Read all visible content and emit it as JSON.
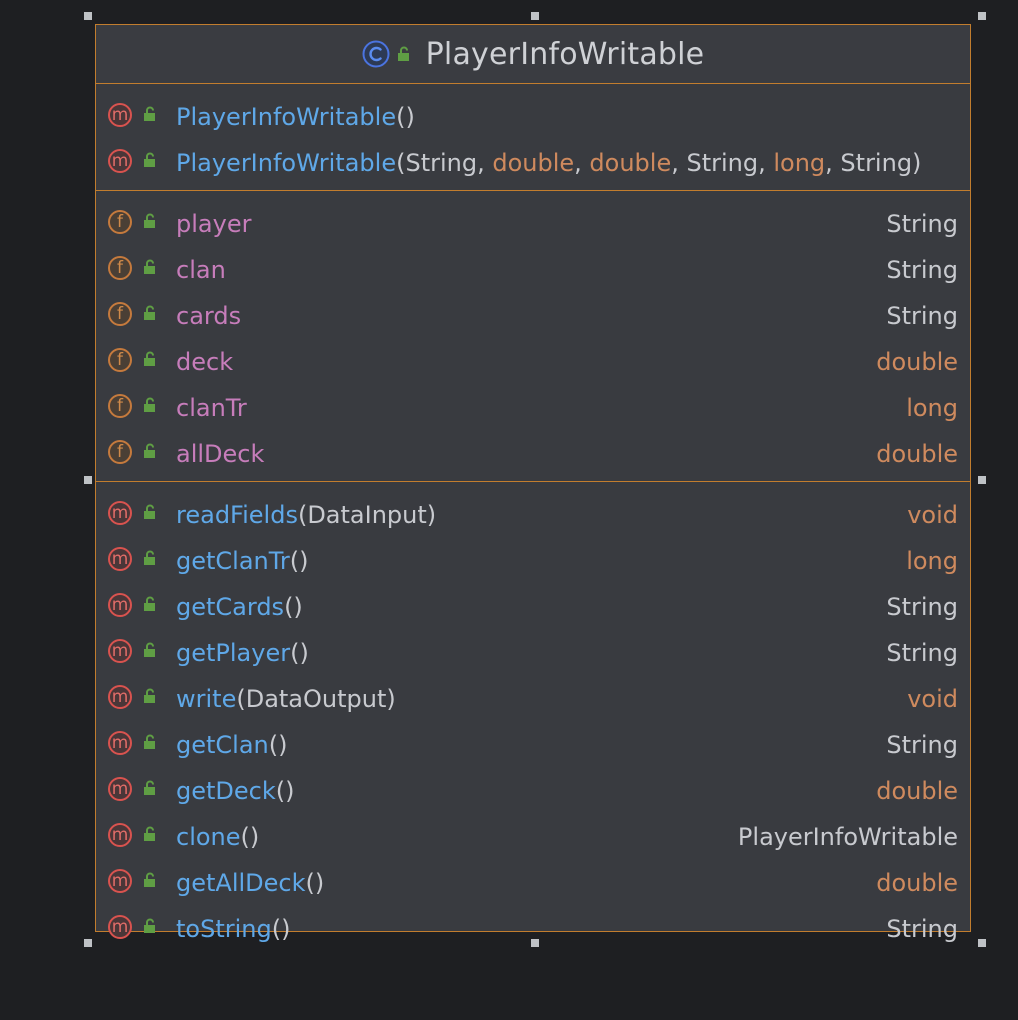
{
  "class": {
    "name": "PlayerInfoWritable",
    "kind_icon": "class-c-icon",
    "visibility_icon": "public-lock-icon"
  },
  "constructors": [
    {
      "name": "PlayerInfoWritable",
      "params": "()"
    },
    {
      "name": "PlayerInfoWritable",
      "params_parts": [
        "(",
        "String",
        ", ",
        "double",
        ", ",
        "double",
        ", ",
        "String",
        ", ",
        "long",
        ", ",
        "String",
        ")"
      ]
    }
  ],
  "fields": [
    {
      "name": "player",
      "type": "String"
    },
    {
      "name": "clan",
      "type": "String"
    },
    {
      "name": "cards",
      "type": "String"
    },
    {
      "name": "deck",
      "type": "double"
    },
    {
      "name": "clanTr",
      "type": "long"
    },
    {
      "name": "allDeck",
      "type": "double"
    }
  ],
  "methods": [
    {
      "name": "readFields",
      "params": "(DataInput)",
      "type": "void"
    },
    {
      "name": "getClanTr",
      "params": "()",
      "type": "long"
    },
    {
      "name": "getCards",
      "params": "()",
      "type": "String"
    },
    {
      "name": "getPlayer",
      "params": "()",
      "type": "String"
    },
    {
      "name": "write",
      "params": "(DataOutput)",
      "type": "void"
    },
    {
      "name": "getClan",
      "params": "()",
      "type": "String"
    },
    {
      "name": "getDeck",
      "params": "()",
      "type": "double"
    },
    {
      "name": "clone",
      "params": "()",
      "type": "PlayerInfoWritable"
    },
    {
      "name": "getAllDeck",
      "params": "()",
      "type": "double"
    },
    {
      "name": "toString",
      "params": "()",
      "type": "String"
    }
  ],
  "badges": {
    "method": "m",
    "field": "f"
  },
  "colors": {
    "background": "#1e1f22",
    "box": "#393b40",
    "border": "#c27d2e",
    "method_name": "#5fa8e8",
    "field_name": "#c77dbb",
    "primitive_type": "#cf8a5e",
    "ref_type": "#c8cacf"
  }
}
